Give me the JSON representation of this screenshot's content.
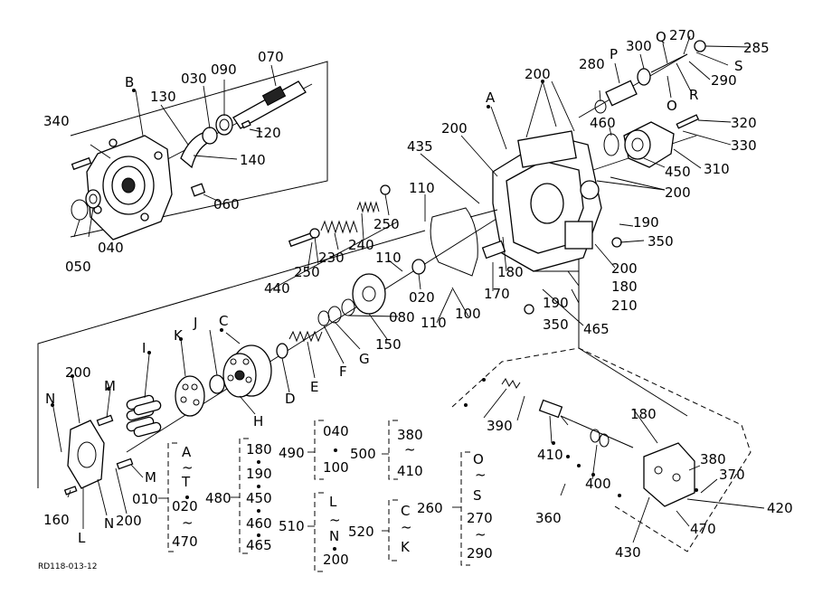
{
  "diagram_code": "RD118-013-12",
  "callouts": {
    "B": "B",
    "A": "A",
    "C": "C",
    "D": "D",
    "E": "E",
    "F": "F",
    "G": "G",
    "H": "H",
    "I": "I",
    "J": "J",
    "K": "K",
    "L": "L",
    "M1": "M",
    "M2": "M",
    "N1": "N",
    "N2": "N",
    "O": "O",
    "P": "P",
    "Q": "Q",
    "R": "R",
    "S": "S",
    "340": "340",
    "130": "130",
    "030": "030",
    "090": "090",
    "070": "070",
    "120": "120",
    "140": "140",
    "060": "060",
    "040": "040",
    "050": "050",
    "200a": "200",
    "200b": "200",
    "200c": "200",
    "200d": "200",
    "200e": "200",
    "200f": "200",
    "435": "435",
    "110a": "110",
    "110b": "110",
    "110c": "110",
    "250a": "250",
    "250b": "250",
    "240": "240",
    "230": "230",
    "440": "440",
    "020": "020",
    "080": "080",
    "150": "150",
    "100": "100",
    "170": "170",
    "180a": "180",
    "180b": "180",
    "180c": "180",
    "190a": "190",
    "190b": "190",
    "350a": "350",
    "350b": "350",
    "210": "210",
    "465": "465",
    "280": "280",
    "300": "300",
    "270": "270",
    "285": "285",
    "290": "290",
    "460": "460",
    "320": "320",
    "330": "330",
    "450": "450",
    "310": "310",
    "390": "390",
    "410": "410",
    "400": "400",
    "380": "380",
    "370": "370",
    "420": "420",
    "430": "430",
    "470": "470",
    "360": "360",
    "160": "160"
  },
  "groups": {
    "g010": {
      "ref": "010",
      "items": [
        "A",
        "~",
        "T",
        "020",
        "~",
        "470"
      ]
    },
    "g480": {
      "ref": "480",
      "items": [
        "180",
        "190",
        "450",
        "460",
        "465"
      ]
    },
    "g490": {
      "ref": "490",
      "items": [
        "040",
        "100"
      ]
    },
    "g500": {
      "ref": "500",
      "items": [
        "380",
        "~",
        "410"
      ]
    },
    "g510": {
      "ref": "510",
      "items": [
        "L",
        "~",
        "N",
        "200"
      ]
    },
    "g520": {
      "ref": "520",
      "items": [
        "C",
        "~",
        "K"
      ]
    },
    "g260": {
      "ref": "260",
      "items": [
        "O",
        "~",
        "S",
        "270",
        "~",
        "290"
      ]
    }
  }
}
